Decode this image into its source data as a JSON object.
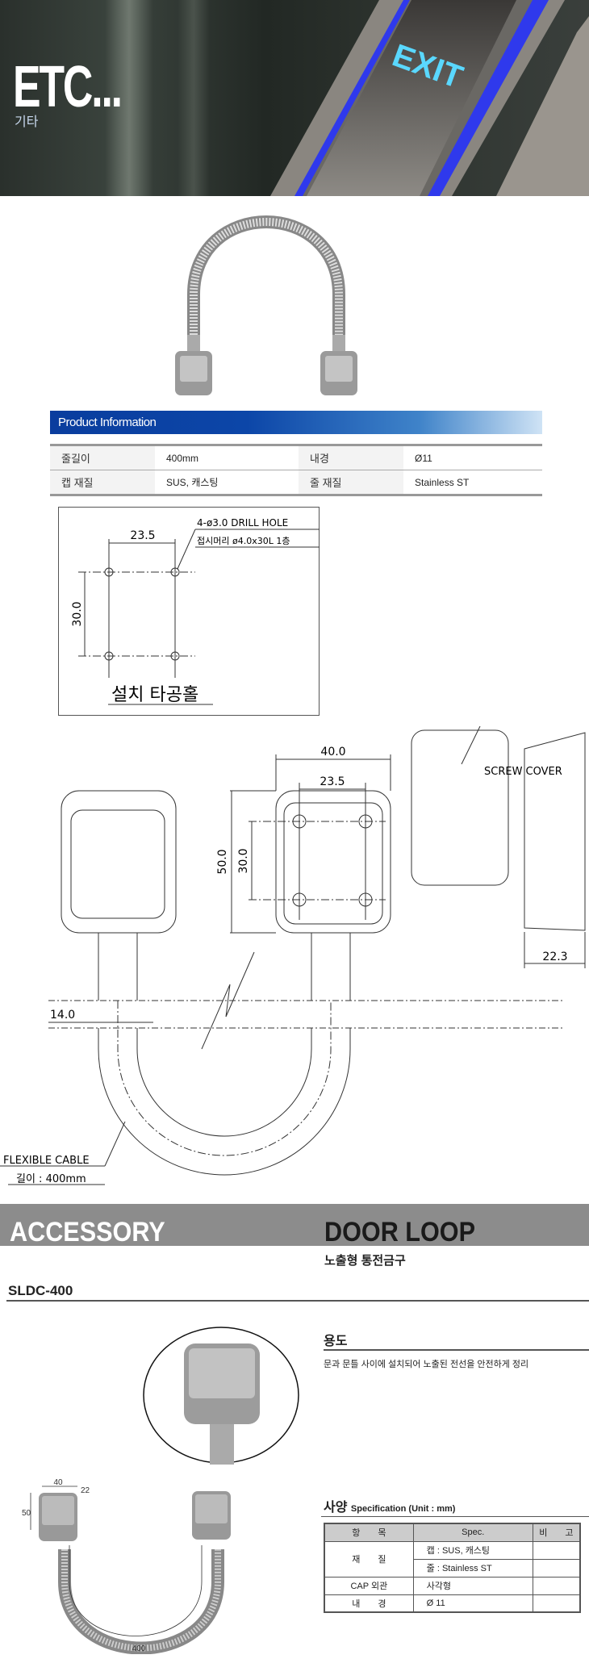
{
  "banner": {
    "title": "ETC...",
    "subtitle": "기타",
    "sign_text": "EXIT"
  },
  "product_info": {
    "heading": "Product Information",
    "rows": [
      [
        {
          "label": "줄길이",
          "value": "400mm"
        },
        {
          "label": "내경",
          "value": "Ø11"
        }
      ],
      [
        {
          "label": "캡 재질",
          "value": "SUS, 캐스팅"
        },
        {
          "label": "줄 재질",
          "value": "Stainless ST"
        }
      ]
    ]
  },
  "hole_drawing": {
    "width_dim": "23.5",
    "height_dim": "30.0",
    "note1": "4-ø3.0 DRILL HOLE",
    "note2": "접시머리 ø4.0x30L 1층",
    "caption": "설치 타공홀"
  },
  "main_drawing": {
    "dim_40": "40.0",
    "dim_235": "23.5",
    "dim_50": "50.0",
    "dim_30": "30.0",
    "screw_cover": "SCREW COVER",
    "dim_223": "22.3",
    "dim_14": "14.0",
    "flexible_cable": "FLEXIBLE CABLE",
    "length": "길이 : 400mm"
  },
  "accessory": {
    "band_title": "ACCESSORY",
    "product_title": "DOOR LOOP",
    "product_subtitle": "노출형 통전금구",
    "model": "SLDC-400",
    "use_heading": "용도",
    "use_text": "문과 문틀 사이에 설치되어 노출된 전선을 안전하게 정리",
    "photo_dims": {
      "w": "40",
      "d": "22",
      "h": "50",
      "len": "400"
    }
  },
  "spec": {
    "heading": "사양",
    "heading_en": "Specification (Unit : mm)",
    "headers": [
      "항　　목",
      "Spec.",
      "비　　고"
    ],
    "material_label": "재　　질",
    "material_cap": "캡 :  SUS, 캐스팅",
    "material_cord": "줄 :  Stainless ST",
    "cap_label": "CAP 외관",
    "cap_value": "사각형",
    "bore_label": "내　　경",
    "bore_value": "Ø 11"
  }
}
